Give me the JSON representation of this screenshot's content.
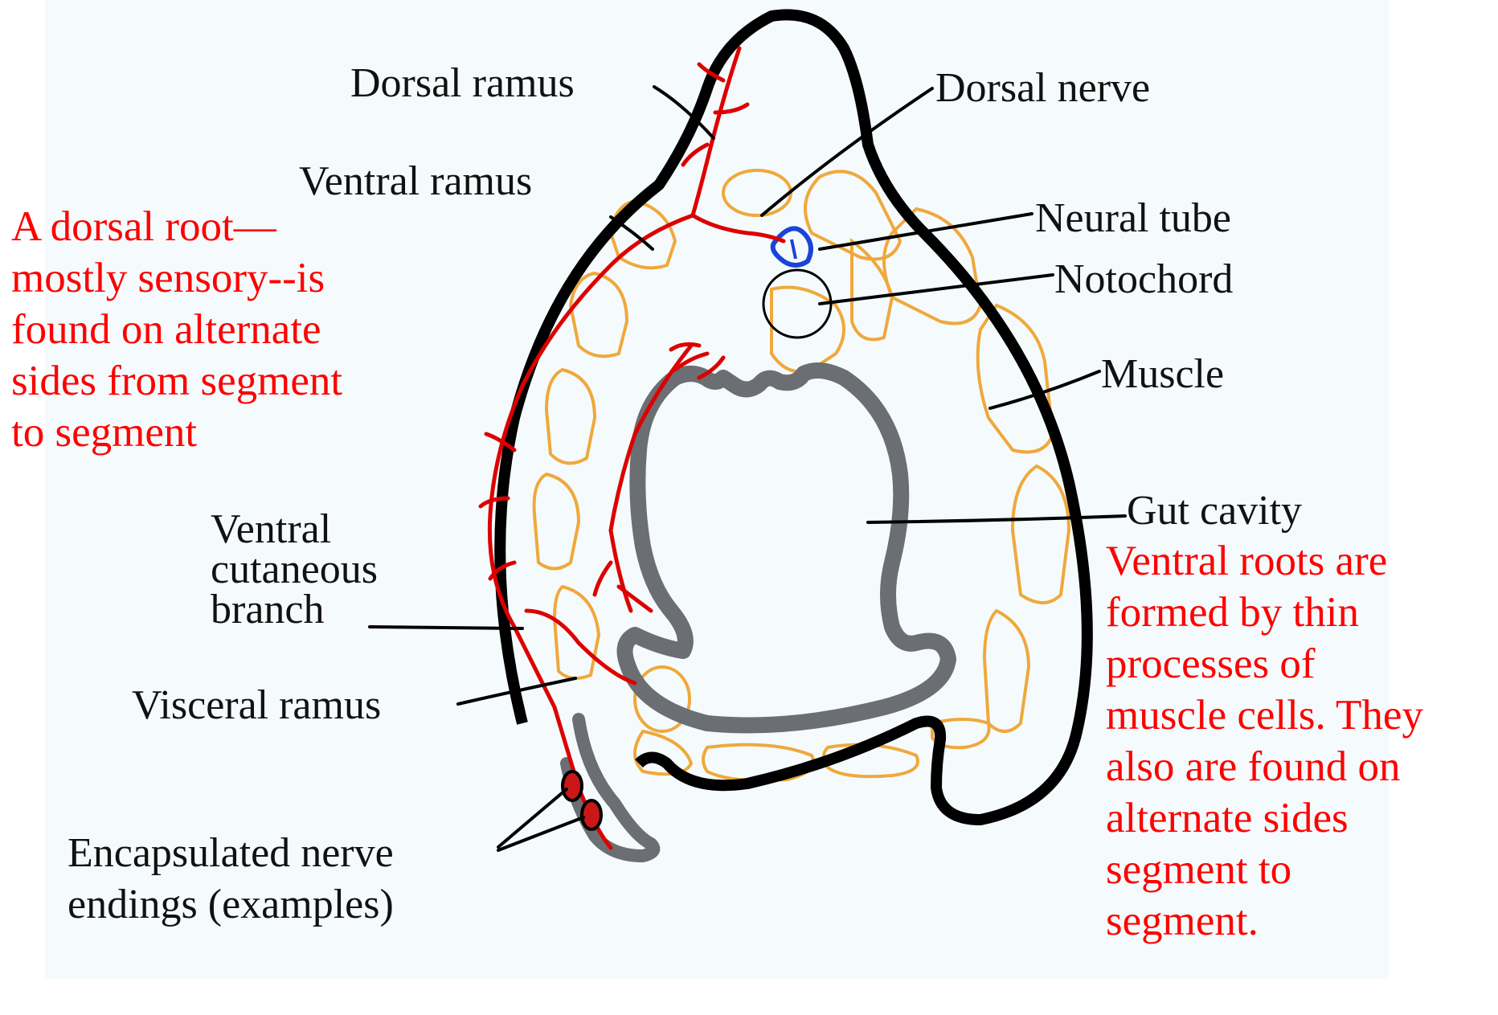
{
  "colors": {
    "outline": "#000000",
    "gut": "#6b6e72",
    "muscle": "#f0a83c",
    "nerve": "#dd0000",
    "neural_tube": "#1a44d6",
    "note_text": "#ff0000",
    "label_text": "#111111"
  },
  "labels": {
    "dorsal_ramus": "Dorsal ramus",
    "dorsal_nerve": "Dorsal nerve",
    "ventral_ramus": "Ventral ramus",
    "neural_tube": "Neural tube",
    "notochord": "Notochord",
    "muscle": "Muscle",
    "gut_cavity": "Gut cavity",
    "ventral_cutaneous_branch": "Ventral\ncutaneous\nbranch",
    "visceral_ramus": "Visceral ramus",
    "encapsulated_nerve_endings": "Encapsulated nerve\nendings (examples)"
  },
  "notes": {
    "dorsal_root": "A dorsal root—\nmostly sensory--is\nfound on alternate\nsides from segment\nto segment",
    "ventral_roots": "Ventral roots are\nformed by thin\nprocesses of\nmuscle cells. They\nalso are found on\nalternate sides\nsegment to\nsegment."
  }
}
